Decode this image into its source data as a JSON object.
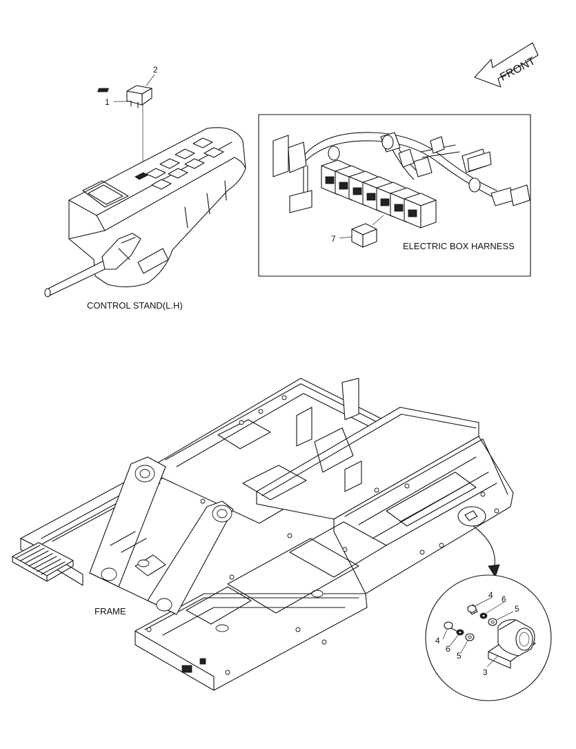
{
  "labels": {
    "front_arrow": "FRONT",
    "control_stand": "CONTROL STAND(L.H)",
    "electric_box_harness": "ELECTRIC BOX HARNESS",
    "frame": "FRAME"
  },
  "callouts": {
    "switch_body": "1",
    "switch_cap": "2",
    "buzzer": "3",
    "bolt_upper": "4",
    "bolt_lower": "4",
    "washer_upper": "5",
    "washer_lower": "5",
    "spring_washer_upper": "6",
    "spring_washer_lower": "6",
    "relay": "7"
  }
}
